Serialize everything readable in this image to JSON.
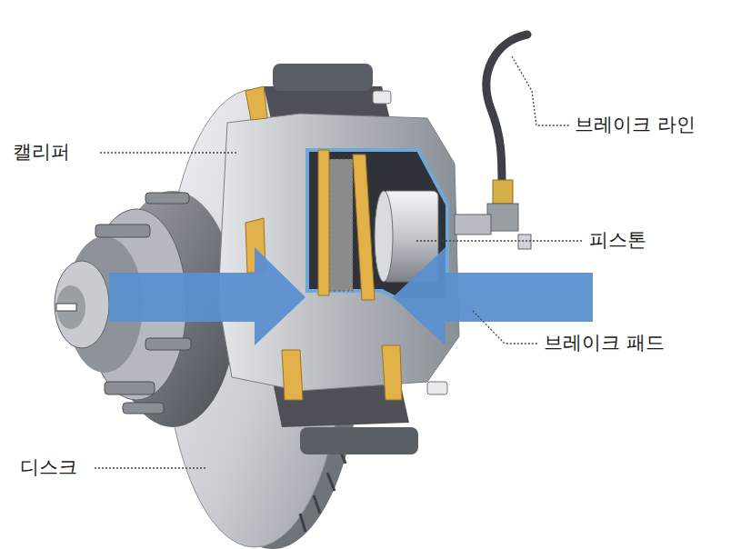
{
  "diagram": {
    "labels": [
      "캘리퍼",
      "브레이크 라인",
      "피스톤",
      "브레이크 패드",
      "디스크"
    ]
  }
}
